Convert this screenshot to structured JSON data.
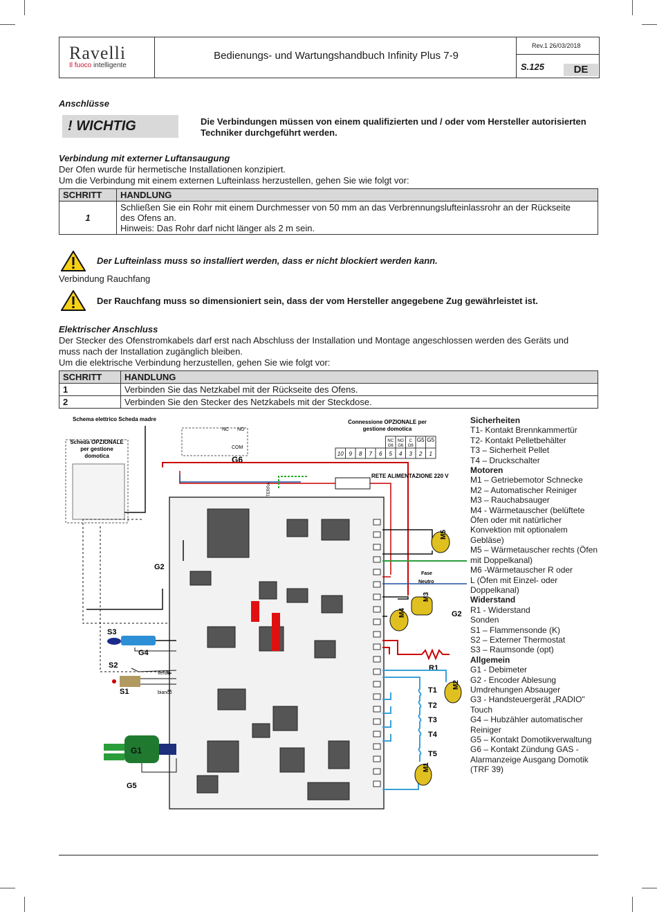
{
  "header": {
    "brand": "Ravelli",
    "tagline_red": "Il fuoco",
    "tagline_rest": "intelligente",
    "title": "Bedienungs- und Wartungshandbuch Infinity Plus 7-9",
    "revision": "Rev.1  26/03/2018",
    "page": "S.125",
    "lang": "DE"
  },
  "section": {
    "title": "Anschlüsse",
    "wichtig_label": "!  WICHTIG",
    "wichtig_text_1": "Die Verbindungen müssen von einem qualifizierten und / oder vom Hersteller autorisierten",
    "wichtig_text_2": "Techniker durchgeführt werden."
  },
  "luft": {
    "title": "Verbindung mit externer Luftansaugung",
    "p1": "Der Ofen wurde für hermetische Installationen konzipiert.",
    "p2": "Um die Verbindung mit einem externen Lufteinlass herzustellen, gehen Sie wie folgt vor:",
    "table": {
      "h1": "SCHRITT",
      "h2": "HANDLUNG",
      "step": "1",
      "line1": "Schließen Sie ein Rohr mit einem Durchmesser von 50 mm an das Verbrennungslufteinlassrohr an der Rückseite",
      "line2": "des Ofens an.",
      "line3": "Hinweis: Das Rohr darf nicht länger als 2 m sein."
    },
    "warning": "Der Lufteinlass muss so installiert werden, dass er nicht blockiert werden kann."
  },
  "rauch": {
    "title": "Verbindung Rauchfang",
    "warning": "Der Rauchfang muss so dimensioniert sein, dass der vom Hersteller angegebene Zug gewährleistet ist."
  },
  "elek": {
    "title": "Elektrischer Anschluss",
    "p1": "Der Stecker des Ofenstromkabels darf erst nach Abschluss der Installation und Montage angeschlossen werden des Geräts und",
    "p2": "muss nach der Installation zugänglich bleiben.",
    "p3": "Um die elektrische Verbindung herzustellen, gehen Sie wie folgt vor:",
    "table": {
      "h1": "SCHRITT",
      "h2": "HANDLUNG",
      "rows": [
        {
          "step": "1",
          "action": "Verbinden Sie das Netzkabel mit der Rückseite des Ofens."
        },
        {
          "step": "2",
          "action": "Verbinden Sie den Stecker des Netzkabels mit der Steckdose."
        }
      ]
    }
  },
  "diagram": {
    "title": "Schema elettrico Scheda madre",
    "opt_board": "Scheda OPZIONALE per gestione domotica",
    "opt_conn": "Connessione OPZIONALE per gestione domotica",
    "conn_top": [
      "NC G6",
      "NO G6",
      "C G6",
      "G5",
      "G5"
    ],
    "conn_nums": [
      "10",
      "9",
      "8",
      "7",
      "6",
      "5",
      "4",
      "3",
      "2",
      "1"
    ],
    "rete": "RETE ALIMENTAZIONE 220 V",
    "fase": "Fase",
    "neutro": "Neutro",
    "labels": {
      "g6": "G6",
      "g2a": "G2",
      "g2b": "G2",
      "s3": "S3",
      "g4": "G4",
      "s2": "S2",
      "s1": "S1",
      "g1": "G1",
      "g5": "G5",
      "r1": "R1",
      "t1": "T1",
      "t2": "T2",
      "t3": "T3",
      "t4": "T4",
      "t5": "T5",
      "m1": "M1",
      "m2": "M2",
      "m3": "M3",
      "m4": "M4",
      "m5": "M5",
      "verde": "verde",
      "bianco": "bianco",
      "plus": "+",
      "minus": "–",
      "nc": "NC",
      "no": "NO",
      "com": "COM",
      "terra": "TERRA"
    }
  },
  "legend": [
    {
      "h": true,
      "text": "Sicherheiten"
    },
    {
      "h": false,
      "text": "T1- Kontakt Brennkammertür"
    },
    {
      "h": false,
      "text": "T2- Kontakt Pelletbehälter"
    },
    {
      "h": false,
      "text": "T3 – Sicherheit Pellet"
    },
    {
      "h": false,
      "text": "T4 – Druckschalter"
    },
    {
      "h": true,
      "text": "Motoren"
    },
    {
      "h": false,
      "text": "M1 – Getriebemotor Schnecke"
    },
    {
      "h": false,
      "text": "M2 – Automatischer Reiniger"
    },
    {
      "h": false,
      "text": "M3 – Rauchabsauger"
    },
    {
      "h": false,
      "text": "M4 - Wärmetauscher (belüftete"
    },
    {
      "h": false,
      "text": "Öfen oder mit natürlicher"
    },
    {
      "h": false,
      "text": "Konvektion mit optionalem"
    },
    {
      "h": false,
      "text": "Gebläse)"
    },
    {
      "h": false,
      "text": "M5 – Wärmetauscher rechts (Öfen"
    },
    {
      "h": false,
      "text": "mit Doppelkanal)"
    },
    {
      "h": false,
      "text": "M6 -Wärmetauscher R oder"
    },
    {
      "h": false,
      "text": "L (Öfen mit Einzel- oder"
    },
    {
      "h": false,
      "text": "Doppelkanal)"
    },
    {
      "h": true,
      "text": "Widerstand"
    },
    {
      "h": false,
      "text": "R1 - Widerstand"
    },
    {
      "h": false,
      "text": "Sonden"
    },
    {
      "h": false,
      "text": "S1 – Flammensonde (K)"
    },
    {
      "h": false,
      "text": "S2 – Externer Thermostat"
    },
    {
      "h": false,
      "text": "S3 – Raumsonde (opt)"
    },
    {
      "h": true,
      "text": "Allgemein"
    },
    {
      "h": false,
      "text": "G1 - Debimeter"
    },
    {
      "h": false,
      "text": "G2 - Encoder Ablesung"
    },
    {
      "h": false,
      "text": "Umdrehungen Absauger"
    },
    {
      "h": false,
      "text": "G3 - Handsteuergerät „RADIO\""
    },
    {
      "h": false,
      "text": "Touch"
    },
    {
      "h": false,
      "text": "G4 – Hubzähler automatischer"
    },
    {
      "h": false,
      "text": "Reiniger"
    },
    {
      "h": false,
      "text": "G5 – Kontakt Domotikverwaltung"
    },
    {
      "h": false,
      "text": "G6 – Kontakt Zündung GAS -"
    },
    {
      "h": false,
      "text": "Alarmanzeige Ausgang Domotik"
    },
    {
      "h": false,
      "text": "(TRF 39)"
    }
  ]
}
